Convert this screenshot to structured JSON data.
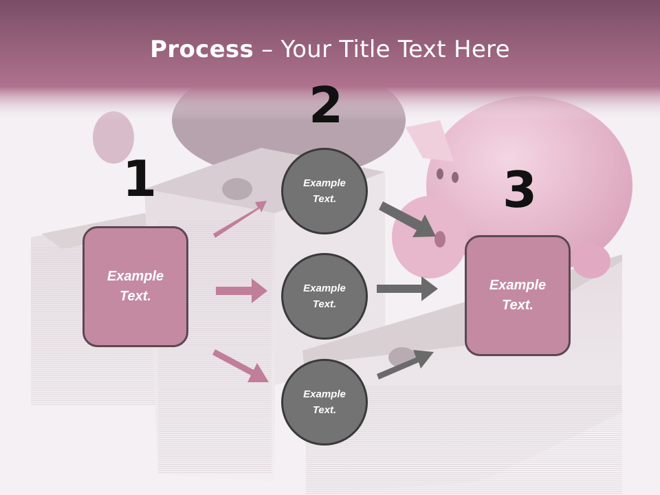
{
  "title": {
    "bold": "Process",
    "rest": " – Your Title Text Here"
  },
  "steps": {
    "one": "1",
    "two": "2",
    "three": "3"
  },
  "left_box": {
    "line1": "Example",
    "line2": "Text."
  },
  "right_box": {
    "line1": "Example",
    "line2": "Text."
  },
  "circles": [
    {
      "line1": "Example",
      "line2": "Text."
    },
    {
      "line1": "Example",
      "line2": "Text."
    },
    {
      "line1": "Example",
      "line2": "Text."
    }
  ],
  "colors": {
    "header": "#a86a87",
    "box_fill": "#c48aa1",
    "box_border": "#5c4752",
    "circle_fill": "#737373",
    "pink_arrow": "#c07e98",
    "gray_arrow": "#6a6a6a"
  }
}
